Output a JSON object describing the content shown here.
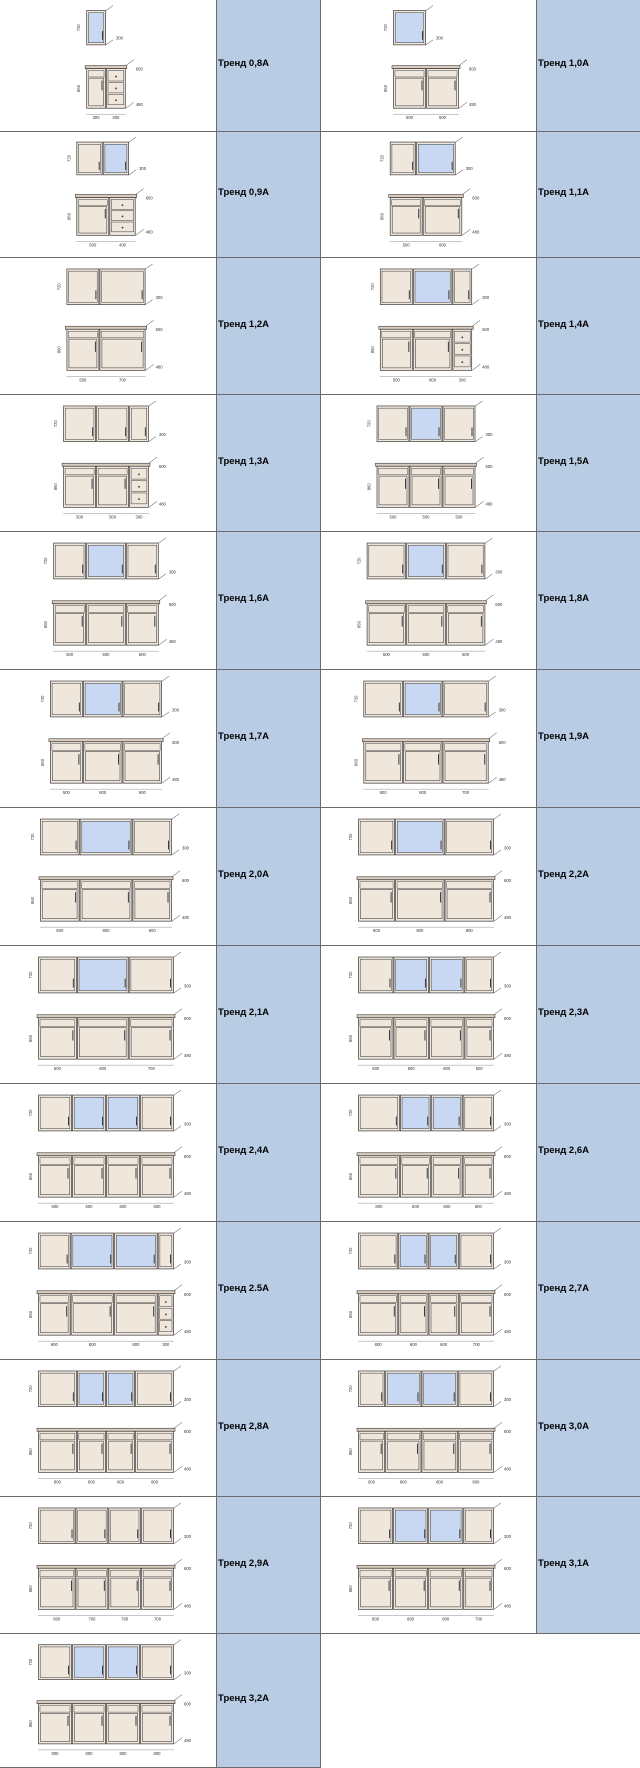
{
  "models": [
    {
      "label": "Тренд 0,8А",
      "upper": [
        {
          "w": 300,
          "glass": true
        }
      ],
      "lower": [
        {
          "w": 300,
          "type": "door"
        },
        {
          "w": 300,
          "type": "drawers"
        }
      ],
      "dims": [
        "300",
        "300"
      ],
      "hUpper": "720",
      "hLower": "860",
      "depthU": "300",
      "depthL1": "600",
      "depthL2": "480"
    },
    {
      "label": "Тренд 1,0А",
      "upper": [
        {
          "w": 500,
          "glass": true
        }
      ],
      "lower": [
        {
          "w": 500,
          "type": "door"
        },
        {
          "w": 500,
          "type": "door"
        }
      ],
      "dims": [
        "500",
        "500"
      ],
      "hUpper": "720",
      "hLower": "860",
      "depthU": "300",
      "depthL1": "600",
      "depthL2": "480"
    },
    {
      "label": "Тренд 0,9А",
      "upper": [
        {
          "w": 400,
          "glass": false
        },
        {
          "w": 400,
          "glass": true
        }
      ],
      "lower": [
        {
          "w": 500,
          "type": "door"
        },
        {
          "w": 400,
          "type": "drawers"
        }
      ],
      "dims": [
        "500",
        "400"
      ],
      "hUpper": "720",
      "hLower": "860",
      "depthU": "300",
      "depthL1": "600",
      "depthL2": "480"
    },
    {
      "label": "Тренд 1,1А",
      "upper": [
        {
          "w": 400,
          "glass": false
        },
        {
          "w": 600,
          "glass": true
        }
      ],
      "lower": [
        {
          "w": 500,
          "type": "door"
        },
        {
          "w": 600,
          "type": "door"
        }
      ],
      "dims": [
        "500",
        "600"
      ],
      "hUpper": "720",
      "hLower": "860",
      "depthU": "300",
      "depthL1": "600",
      "depthL2": "480"
    },
    {
      "label": "Тренд 1,2А",
      "upper": [
        {
          "w": 500,
          "glass": false
        },
        {
          "w": 700,
          "glass": false
        }
      ],
      "lower": [
        {
          "w": 500,
          "type": "door"
        },
        {
          "w": 700,
          "type": "door"
        }
      ],
      "dims": [
        "500",
        "700"
      ],
      "hUpper": "720",
      "hLower": "860",
      "depthU": "300",
      "depthL1": "600",
      "depthL2": "480"
    },
    {
      "label": "Тренд 1,4А",
      "upper": [
        {
          "w": 500,
          "glass": false
        },
        {
          "w": 600,
          "glass": true
        },
        {
          "w": 300,
          "glass": false
        }
      ],
      "lower": [
        {
          "w": 500,
          "type": "door"
        },
        {
          "w": 600,
          "type": "door"
        },
        {
          "w": 300,
          "type": "drawers"
        }
      ],
      "dims": [
        "500",
        "600",
        "300"
      ],
      "hUpper": "720",
      "hLower": "860",
      "depthU": "300",
      "depthL1": "600",
      "depthL2": "480"
    },
    {
      "label": "Тренд 1,3А",
      "upper": [
        {
          "w": 500,
          "glass": false
        },
        {
          "w": 500,
          "glass": false
        },
        {
          "w": 300,
          "glass": false
        }
      ],
      "lower": [
        {
          "w": 500,
          "type": "door"
        },
        {
          "w": 500,
          "type": "door"
        },
        {
          "w": 300,
          "type": "drawers"
        }
      ],
      "dims": [
        "500",
        "500",
        "300"
      ],
      "hUpper": "720",
      "hLower": "860",
      "depthU": "300",
      "depthL1": "600",
      "depthL2": "480"
    },
    {
      "label": "Тренд 1,5А",
      "upper": [
        {
          "w": 500,
          "glass": false
        },
        {
          "w": 500,
          "glass": true
        },
        {
          "w": 500,
          "glass": false
        }
      ],
      "lower": [
        {
          "w": 500,
          "type": "door"
        },
        {
          "w": 500,
          "type": "door"
        },
        {
          "w": 500,
          "type": "door"
        }
      ],
      "dims": [
        "500",
        "500",
        "500"
      ],
      "hUpper": "720",
      "hLower": "860",
      "depthU": "300",
      "depthL1": "600",
      "depthL2": "480"
    },
    {
      "label": "Тренд 1,6А",
      "upper": [
        {
          "w": 500,
          "glass": false
        },
        {
          "w": 600,
          "glass": true
        },
        {
          "w": 500,
          "glass": false
        }
      ],
      "lower": [
        {
          "w": 500,
          "type": "door"
        },
        {
          "w": 600,
          "type": "door"
        },
        {
          "w": 500,
          "type": "door"
        }
      ],
      "dims": [
        "500",
        "600",
        "500"
      ],
      "hUpper": "720",
      "hLower": "860",
      "depthU": "300",
      "depthL1": "600",
      "depthL2": "480"
    },
    {
      "label": "Тренд 1,8А",
      "upper": [
        {
          "w": 600,
          "glass": false
        },
        {
          "w": 600,
          "glass": true
        },
        {
          "w": 600,
          "glass": false
        }
      ],
      "lower": [
        {
          "w": 600,
          "type": "door"
        },
        {
          "w": 600,
          "type": "door"
        },
        {
          "w": 600,
          "type": "door"
        }
      ],
      "dims": [
        "600",
        "600",
        "600"
      ],
      "hUpper": "720",
      "hLower": "860",
      "depthU": "300",
      "depthL1": "600",
      "depthL2": "480"
    },
    {
      "label": "Тренд 1,7А",
      "upper": [
        {
          "w": 500,
          "glass": false
        },
        {
          "w": 600,
          "glass": true
        },
        {
          "w": 600,
          "glass": false
        }
      ],
      "lower": [
        {
          "w": 500,
          "type": "door"
        },
        {
          "w": 600,
          "type": "door"
        },
        {
          "w": 600,
          "type": "door"
        }
      ],
      "dims": [
        "500",
        "600",
        "600"
      ],
      "hUpper": "720",
      "hLower": "860",
      "depthU": "300",
      "depthL1": "600",
      "depthL2": "480"
    },
    {
      "label": "Тренд 1,9А",
      "upper": [
        {
          "w": 600,
          "glass": false
        },
        {
          "w": 600,
          "glass": true
        },
        {
          "w": 700,
          "glass": false
        }
      ],
      "lower": [
        {
          "w": 600,
          "type": "door"
        },
        {
          "w": 600,
          "type": "door"
        },
        {
          "w": 700,
          "type": "door"
        }
      ],
      "dims": [
        "600",
        "600",
        "700"
      ],
      "hUpper": "720",
      "hLower": "860",
      "depthU": "300",
      "depthL1": "600",
      "depthL2": "480"
    },
    {
      "label": "Тренд 2,0А",
      "upper": [
        {
          "w": 600,
          "glass": false
        },
        {
          "w": 800,
          "glass": true
        },
        {
          "w": 600,
          "glass": false
        }
      ],
      "lower": [
        {
          "w": 600,
          "type": "door"
        },
        {
          "w": 800,
          "type": "door"
        },
        {
          "w": 600,
          "type": "door"
        }
      ],
      "dims": [
        "600",
        "800",
        "600"
      ],
      "hUpper": "720",
      "hLower": "860",
      "depthU": "300",
      "depthL1": "600",
      "depthL2": "480"
    },
    {
      "label": "Тренд 2,2А",
      "upper": [
        {
          "w": 600,
          "glass": false
        },
        {
          "w": 800,
          "glass": true
        },
        {
          "w": 800,
          "glass": false
        }
      ],
      "lower": [
        {
          "w": 600,
          "type": "door"
        },
        {
          "w": 800,
          "type": "door"
        },
        {
          "w": 800,
          "type": "door"
        }
      ],
      "dims": [
        "600",
        "800",
        "800"
      ],
      "hUpper": "720",
      "hLower": "860",
      "depthU": "300",
      "depthL1": "600",
      "depthL2": "480"
    },
    {
      "label": "Тренд 2,1А",
      "upper": [
        {
          "w": 600,
          "glass": false
        },
        {
          "w": 800,
          "glass": true
        },
        {
          "w": 700,
          "glass": false
        }
      ],
      "lower": [
        {
          "w": 600,
          "type": "door"
        },
        {
          "w": 800,
          "type": "door"
        },
        {
          "w": 700,
          "type": "door"
        }
      ],
      "dims": [
        "600",
        "800",
        "700"
      ],
      "hUpper": "720",
      "hLower": "860",
      "depthU": "300",
      "depthL1": "600",
      "depthL2": "480"
    },
    {
      "label": "Тренд 2,3А",
      "upper": [
        {
          "w": 600,
          "glass": false
        },
        {
          "w": 600,
          "glass": true
        },
        {
          "w": 600,
          "glass": true
        },
        {
          "w": 500,
          "glass": false
        }
      ],
      "lower": [
        {
          "w": 600,
          "type": "door"
        },
        {
          "w": 600,
          "type": "door"
        },
        {
          "w": 600,
          "type": "door"
        },
        {
          "w": 500,
          "type": "door"
        }
      ],
      "dims": [
        "600",
        "600",
        "600",
        "500"
      ],
      "hUpper": "720",
      "hLower": "860",
      "depthU": "300",
      "depthL1": "600",
      "depthL2": "480"
    },
    {
      "label": "Тренд 2,4А",
      "upper": [
        {
          "w": 600,
          "glass": false
        },
        {
          "w": 600,
          "glass": true
        },
        {
          "w": 600,
          "glass": true
        },
        {
          "w": 600,
          "glass": false
        }
      ],
      "lower": [
        {
          "w": 600,
          "type": "door"
        },
        {
          "w": 600,
          "type": "door"
        },
        {
          "w": 600,
          "type": "door"
        },
        {
          "w": 600,
          "type": "door"
        }
      ],
      "dims": [
        "600",
        "600",
        "600",
        "600"
      ],
      "hUpper": "720",
      "hLower": "860",
      "depthU": "300",
      "depthL1": "600",
      "depthL2": "480"
    },
    {
      "label": "Тренд 2,6А",
      "upper": [
        {
          "w": 800,
          "glass": false
        },
        {
          "w": 600,
          "glass": true
        },
        {
          "w": 600,
          "glass": true
        },
        {
          "w": 600,
          "glass": false
        }
      ],
      "lower": [
        {
          "w": 800,
          "type": "door"
        },
        {
          "w": 600,
          "type": "door"
        },
        {
          "w": 600,
          "type": "door"
        },
        {
          "w": 600,
          "type": "door"
        }
      ],
      "dims": [
        "800",
        "600",
        "600",
        "600"
      ],
      "hUpper": "720",
      "hLower": "860",
      "depthU": "300",
      "depthL1": "600",
      "depthL2": "480"
    },
    {
      "label": "Тренд 2.5А",
      "upper": [
        {
          "w": 600,
          "glass": false
        },
        {
          "w": 800,
          "glass": true
        },
        {
          "w": 800,
          "glass": true
        },
        {
          "w": 300,
          "glass": false
        }
      ],
      "lower": [
        {
          "w": 600,
          "type": "door"
        },
        {
          "w": 800,
          "type": "door"
        },
        {
          "w": 800,
          "type": "door"
        },
        {
          "w": 300,
          "type": "drawers"
        }
      ],
      "dims": [
        "600",
        "800",
        "800",
        "300"
      ],
      "hUpper": "720",
      "hLower": "860",
      "depthU": "300",
      "depthL1": "600",
      "depthL2": "480"
    },
    {
      "label": "Тренд 2,7А",
      "upper": [
        {
          "w": 800,
          "glass": false
        },
        {
          "w": 600,
          "glass": true
        },
        {
          "w": 600,
          "glass": true
        },
        {
          "w": 700,
          "glass": false
        }
      ],
      "lower": [
        {
          "w": 800,
          "type": "door"
        },
        {
          "w": 600,
          "type": "door"
        },
        {
          "w": 600,
          "type": "door"
        },
        {
          "w": 700,
          "type": "door"
        }
      ],
      "dims": [
        "800",
        "600",
        "600",
        "700"
      ],
      "hUpper": "720",
      "hLower": "860",
      "depthU": "300",
      "depthL1": "600",
      "depthL2": "480"
    },
    {
      "label": "Тренд 2,8А",
      "upper": [
        {
          "w": 800,
          "glass": false
        },
        {
          "w": 600,
          "glass": true
        },
        {
          "w": 600,
          "glass": true
        },
        {
          "w": 800,
          "glass": false
        }
      ],
      "lower": [
        {
          "w": 800,
          "type": "door"
        },
        {
          "w": 600,
          "type": "door"
        },
        {
          "w": 600,
          "type": "door"
        },
        {
          "w": 800,
          "type": "door"
        }
      ],
      "dims": [
        "800",
        "600",
        "600",
        "800"
      ],
      "hUpper": "720",
      "hLower": "860",
      "depthU": "300",
      "depthL1": "600",
      "depthL2": "480"
    },
    {
      "label": "Тренд 3,0А",
      "upper": [
        {
          "w": 600,
          "glass": false
        },
        {
          "w": 800,
          "glass": true
        },
        {
          "w": 800,
          "glass": true
        },
        {
          "w": 800,
          "glass": false
        }
      ],
      "lower": [
        {
          "w": 600,
          "type": "door"
        },
        {
          "w": 800,
          "type": "door"
        },
        {
          "w": 800,
          "type": "door"
        },
        {
          "w": 800,
          "type": "door"
        }
      ],
      "dims": [
        "600",
        "800",
        "800",
        "800"
      ],
      "hUpper": "720",
      "hLower": "860",
      "depthU": "300",
      "depthL1": "600",
      "depthL2": "480"
    },
    {
      "label": "Тренд 2,9А",
      "upper": [
        {
          "w": 800,
          "glass": false
        },
        {
          "w": 700,
          "glass": false
        },
        {
          "w": 700,
          "glass": false
        },
        {
          "w": 700,
          "glass": false
        }
      ],
      "lower": [
        {
          "w": 800,
          "type": "door"
        },
        {
          "w": 700,
          "type": "door"
        },
        {
          "w": 700,
          "type": "door"
        },
        {
          "w": 700,
          "type": "door"
        }
      ],
      "dims": [
        "800",
        "700",
        "700",
        "700"
      ],
      "hUpper": "720",
      "hLower": "860",
      "depthU": "300",
      "depthL1": "600",
      "depthL2": "480"
    },
    {
      "label": "Тренд 3,1А",
      "upper": [
        {
          "w": 800,
          "glass": false
        },
        {
          "w": 800,
          "glass": true
        },
        {
          "w": 800,
          "glass": true
        },
        {
          "w": 700,
          "glass": false
        }
      ],
      "lower": [
        {
          "w": 800,
          "type": "door"
        },
        {
          "w": 800,
          "type": "door"
        },
        {
          "w": 800,
          "type": "door"
        },
        {
          "w": 700,
          "type": "door"
        }
      ],
      "dims": [
        "800",
        "800",
        "800",
        "700"
      ],
      "hUpper": "720",
      "hLower": "860",
      "depthU": "300",
      "depthL1": "600",
      "depthL2": "480"
    },
    {
      "label": "Тренд 3,2А",
      "upper": [
        {
          "w": 800,
          "glass": false
        },
        {
          "w": 800,
          "glass": true
        },
        {
          "w": 800,
          "glass": true
        },
        {
          "w": 800,
          "glass": false
        }
      ],
      "lower": [
        {
          "w": 800,
          "type": "door"
        },
        {
          "w": 800,
          "type": "door"
        },
        {
          "w": 800,
          "type": "door"
        },
        {
          "w": 800,
          "type": "door"
        }
      ],
      "dims": [
        "800",
        "800",
        "800",
        "800"
      ],
      "hUpper": "720",
      "hLower": "860",
      "depthU": "300",
      "depthL1": "600",
      "depthL2": "480"
    }
  ],
  "colors": {
    "labelBg": "#b8cce4",
    "carcass": "#efe6dc",
    "glass": "#c9d8f2",
    "outline": "#3a3a3a"
  }
}
